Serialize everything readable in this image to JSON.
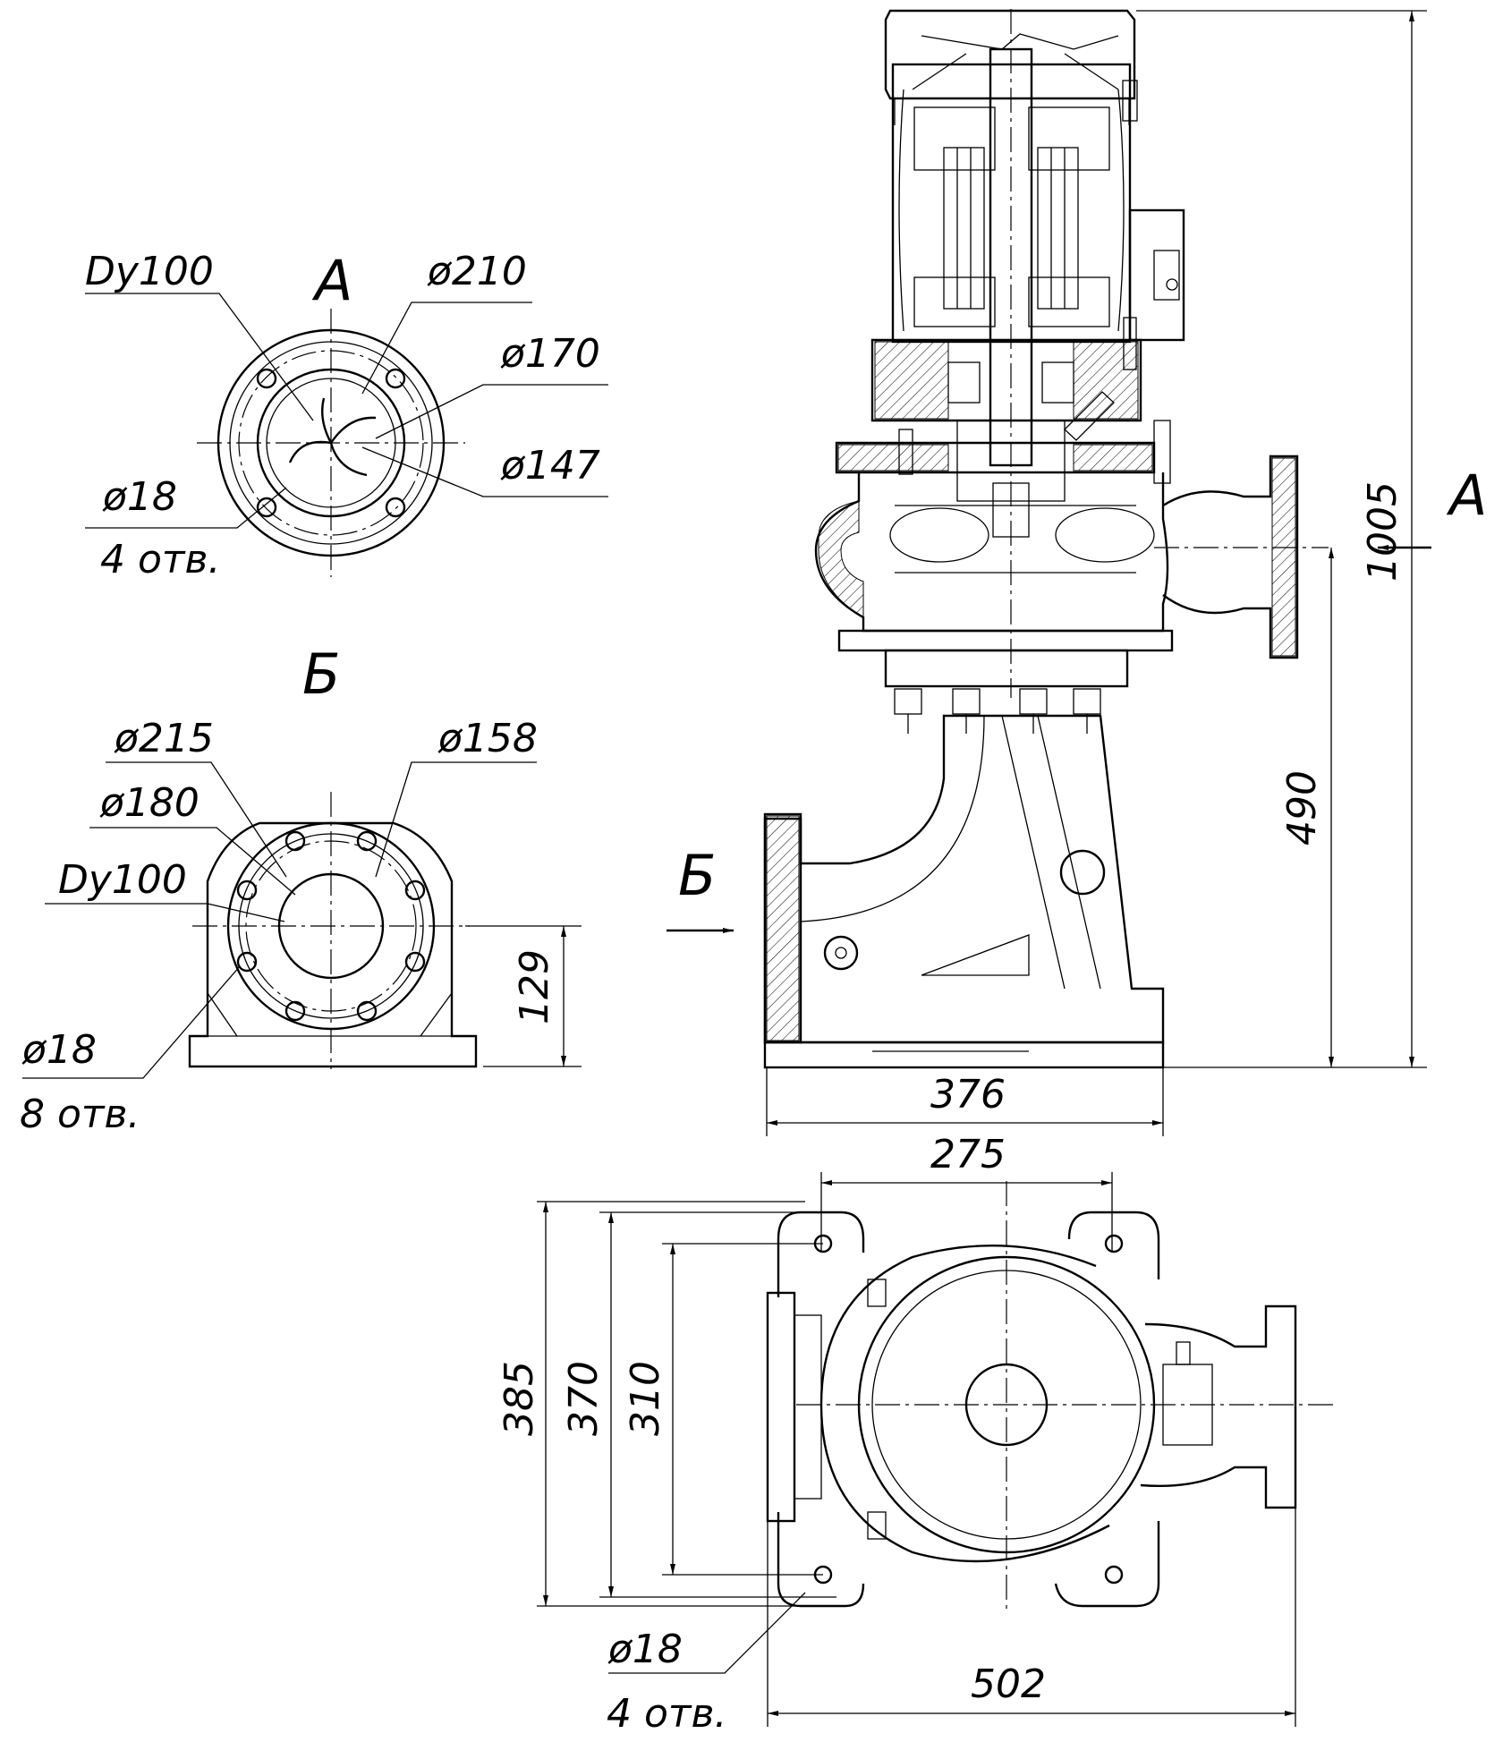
{
  "view_a": {
    "letter": "А",
    "labels": {
      "dy": "Dy100",
      "d210": "ø210",
      "d170": "ø170",
      "d147": "ø147",
      "hole": "ø18",
      "count": "4 отв."
    }
  },
  "view_b": {
    "letter": "Б",
    "labels": {
      "d215": "ø215",
      "d158": "ø158",
      "d180": "ø180",
      "dy": "Dy100",
      "hole": "ø18",
      "count": "8 отв.",
      "h129": "129"
    }
  },
  "main_view": {
    "arrow_a": "А",
    "arrow_b": "Б",
    "dims": {
      "h1005": "1005",
      "h490": "490",
      "w376": "376",
      "w275": "275"
    }
  },
  "plan_view": {
    "dims": {
      "h385": "385",
      "h370": "370",
      "h310": "310",
      "w502": "502",
      "hole": "ø18",
      "count": "4 отв."
    }
  }
}
